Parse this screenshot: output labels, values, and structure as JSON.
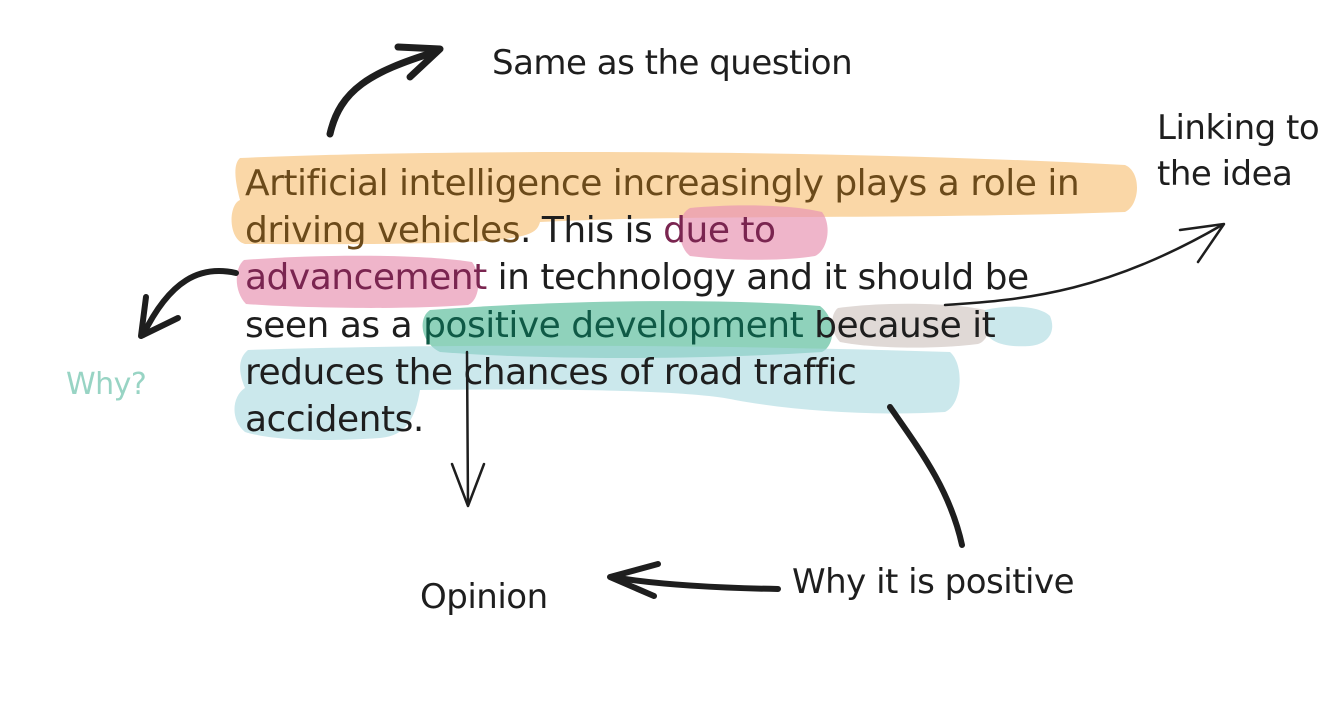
{
  "colors": {
    "ink": "#1e1e1e",
    "highlight_orange": "#f8c98a",
    "highlight_pink": "#e896b4",
    "highlight_green": "#5fbf9e",
    "highlight_blue": "#a8d8e0",
    "highlight_gray": "#d8cfcc",
    "why_label": "#98d4c4"
  },
  "essay": {
    "line1": "Artificial intelligence increasingly plays a role in",
    "line2a": "driving vehicles",
    "line2b": ". This is ",
    "line2c": "due to",
    "line3a": "advancement",
    "line3b": " in technology and it should be",
    "line4a": "seen as a ",
    "line4b": "positive development",
    "line4c": " because it",
    "line5": "reduces the chances of road traffic",
    "line6": "accidents."
  },
  "annotations": {
    "same_as_question": "Same as the question",
    "linking_line1": "Linking to",
    "linking_line2": "the idea",
    "why": "Why?",
    "opinion": "Opinion",
    "why_positive": "Why it is positive"
  }
}
